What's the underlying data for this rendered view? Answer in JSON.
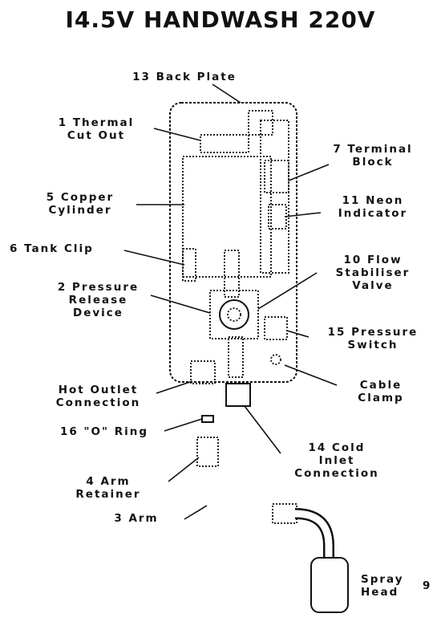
{
  "title": "I4.5V HANDWASH 220V",
  "labels": {
    "back_plate": "13 Back Plate",
    "thermal_cut_out_l1": "1 Thermal",
    "thermal_cut_out_l2": "Cut Out",
    "terminal_block_l1": "7 Terminal",
    "terminal_block_l2": "Block",
    "copper_cylinder_l1": "5 Copper",
    "copper_cylinder_l2": "Cylinder",
    "neon_indicator_l1": "11 Neon",
    "neon_indicator_l2": "Indicator",
    "tank_clip": "6 Tank Clip",
    "flow_valve_l1": "10 Flow",
    "flow_valve_l2": "Stabiliser",
    "flow_valve_l3": "Valve",
    "pressure_release_l1": "2 Pressure",
    "pressure_release_l2": "Release",
    "pressure_release_l3": "Device",
    "pressure_switch_l1": "15 Pressure",
    "pressure_switch_l2": "Switch",
    "hot_outlet_l1": "Hot Outlet",
    "hot_outlet_l2": "Connection",
    "cable_clamp_l1": "Cable",
    "cable_clamp_l2": "Clamp",
    "o_ring": "16 \"O\" Ring",
    "cold_inlet_l1": "14 Cold",
    "cold_inlet_l2": "Inlet",
    "cold_inlet_l3": "Connection",
    "arm_retainer_l1": "4 Arm",
    "arm_retainer_l2": "Retainer",
    "arm": "3 Arm",
    "spray_head_l1": "Spray",
    "spray_head_l2": "Head",
    "spray_head_num": "9"
  }
}
